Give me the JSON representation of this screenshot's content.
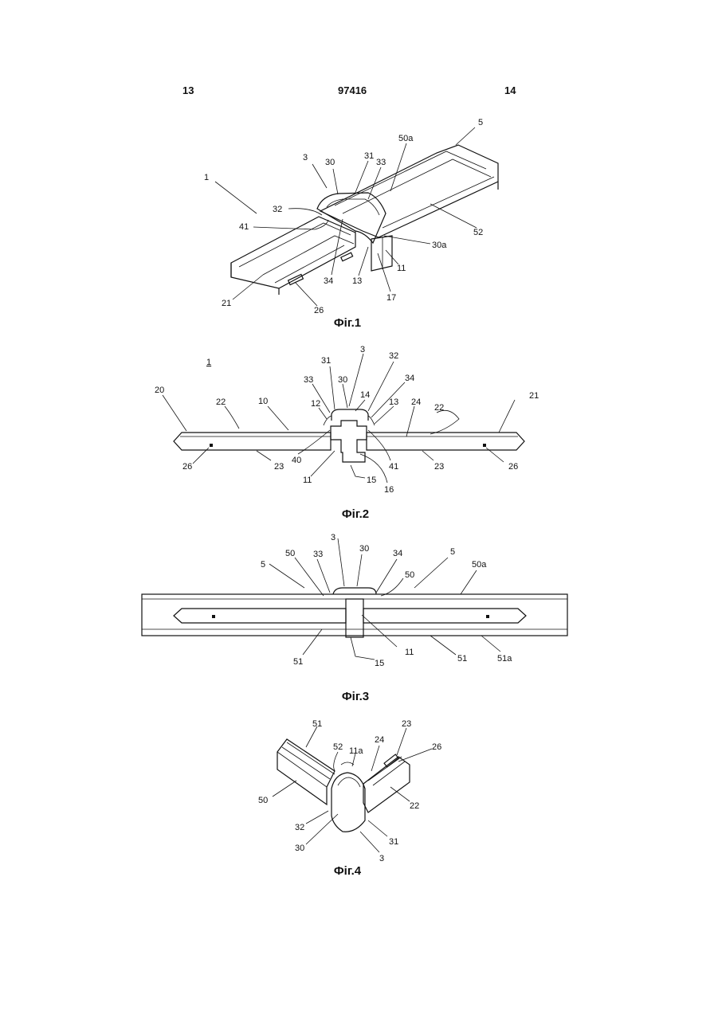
{
  "header": {
    "left_page": "13",
    "center_number": "97416",
    "right_page": "14"
  },
  "figures": [
    {
      "caption": "Фіг.1",
      "labels": [
        "5",
        "50a",
        "3",
        "30",
        "31",
        "33",
        "1",
        "32",
        "41",
        "52",
        "30a",
        "11",
        "34",
        "13",
        "21",
        "26",
        "17"
      ]
    },
    {
      "caption": "Фіг.2",
      "labels": [
        "3",
        "1",
        "31",
        "32",
        "33",
        "30",
        "34",
        "20",
        "14",
        "21",
        "22",
        "10",
        "12",
        "13",
        "24",
        "22",
        "40",
        "41",
        "26",
        "23",
        "11",
        "15",
        "23",
        "26",
        "16"
      ]
    },
    {
      "caption": "Фіг.3",
      "labels": [
        "3",
        "50",
        "33",
        "30",
        "34",
        "5",
        "5",
        "50",
        "50a",
        "11",
        "15",
        "51",
        "51",
        "51a"
      ]
    },
    {
      "caption": "Фіг.4",
      "labels": [
        "51",
        "23",
        "52",
        "11a",
        "24",
        "26",
        "50",
        "22",
        "32",
        "31",
        "30",
        "3"
      ]
    }
  ]
}
